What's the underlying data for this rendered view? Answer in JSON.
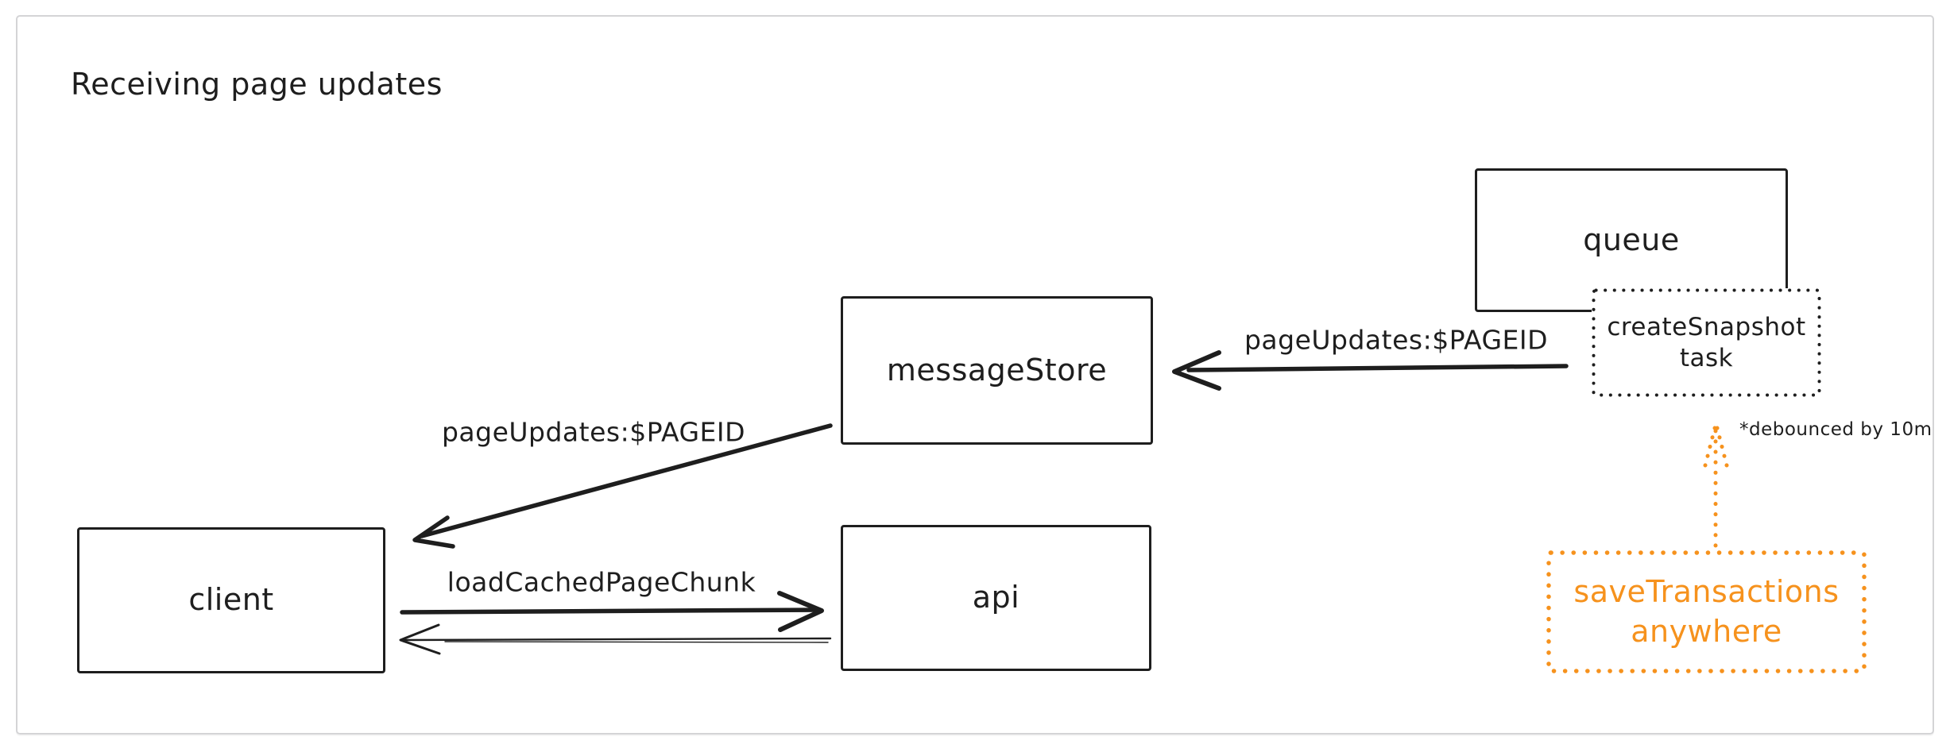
{
  "title": "Receiving page updates",
  "colors": {
    "ink": "#1e1e1e",
    "accent_orange": "#f6921d",
    "frame_border": "#d4d4d6",
    "canvas_background": "#ffffff"
  },
  "nodes": {
    "queue": {
      "label": "queue",
      "style": "solid"
    },
    "create_snapshot_task": {
      "line1": "createSnapshot",
      "line2": "task",
      "style": "dotted"
    },
    "message_store": {
      "label": "messageStore",
      "style": "solid"
    },
    "client": {
      "label": "client",
      "style": "solid"
    },
    "api": {
      "label": "api",
      "style": "solid"
    },
    "save_transactions": {
      "line1": "saveTransactions",
      "line2": "anywhere",
      "style": "dotted-orange"
    }
  },
  "edge_labels": {
    "snapshot_to_message_store": "pageUpdates:$PAGEID",
    "message_store_to_client": "pageUpdates:$PAGEID",
    "client_to_api": "loadCachedPageChunk"
  },
  "annotations": {
    "debounce_note": "*debounced by 10m"
  }
}
